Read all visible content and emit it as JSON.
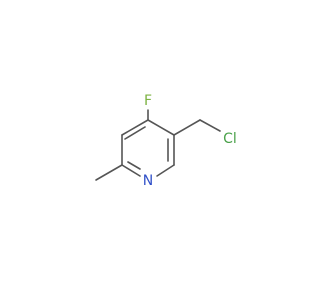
{
  "molecule": {
    "atoms": {
      "fluorine": {
        "symbol": "F",
        "color": "#7cb342"
      },
      "chlorine": {
        "symbol": "Cl",
        "color": "#4aa14a"
      },
      "nitrogen": {
        "symbol": "N",
        "color": "#3050c8"
      }
    },
    "bond_color": "#555555"
  }
}
